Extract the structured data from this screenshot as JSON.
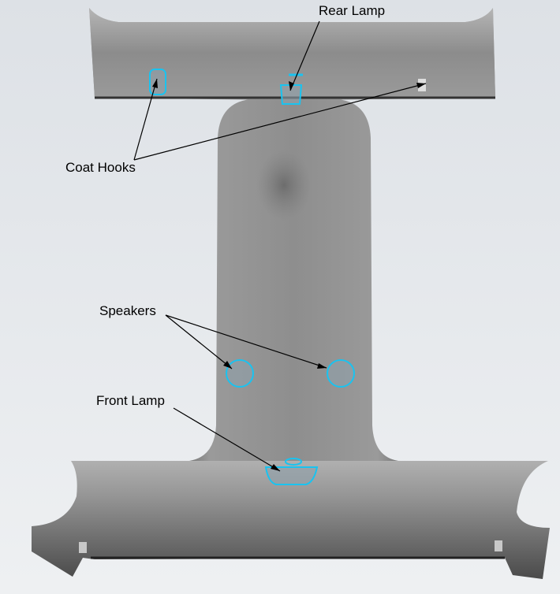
{
  "labels": {
    "rear_lamp": "Rear Lamp",
    "coat_hooks": "Coat Hooks",
    "speakers": "Speakers",
    "front_lamp": "Front Lamp"
  },
  "colors": {
    "part": "#8a8a8a",
    "highlight": "#19c3f0",
    "background": "#e6e9ec"
  }
}
